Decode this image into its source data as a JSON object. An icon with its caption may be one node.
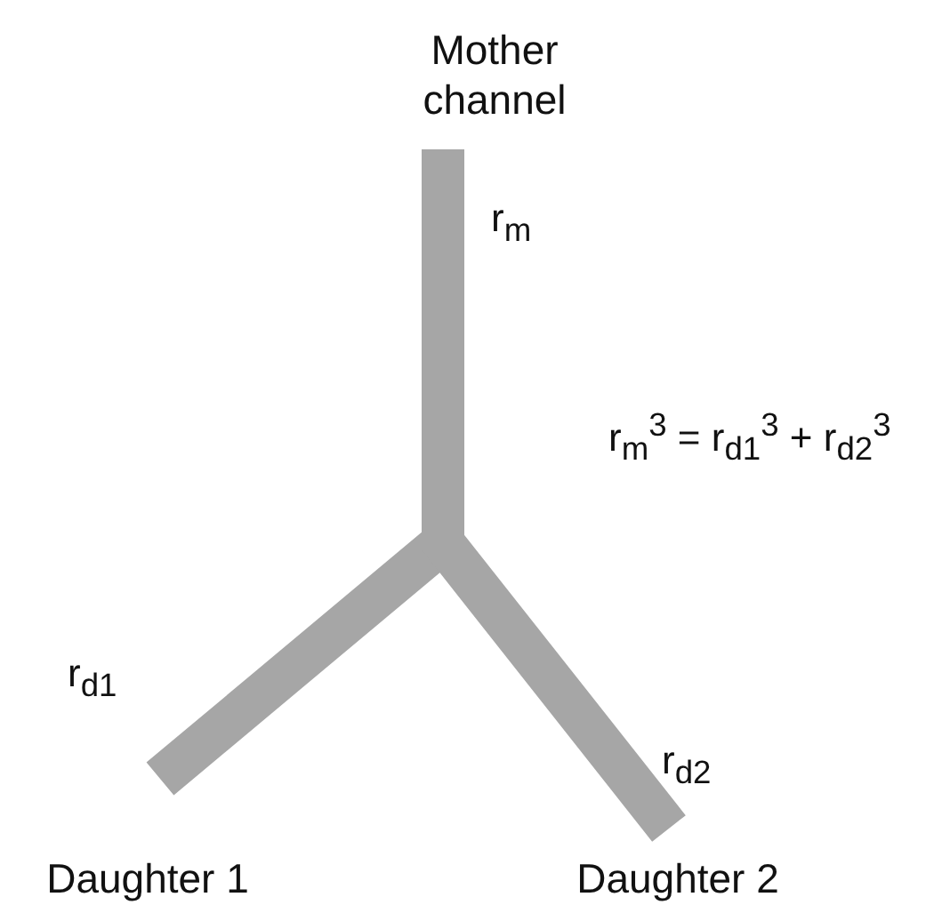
{
  "diagram": {
    "nodes": [
      {
        "text": [
          "Mother channel"
        ]
      },
      {
        "text": [
          "Daughter 1"
        ]
      },
      {
        "text": [
          "Daughter 2"
        ]
      }
    ],
    "edges": [
      {
        "from": 0,
        "to": 1,
        "arrow": "none",
        "label": "r$_{d1}$"
      },
      {
        "from": 0,
        "to": 2,
        "arrow": "none",
        "label": "r$_{d2}$"
      }
    ],
    "labels": [
      "r$_{m}$",
      "r$_{m}$$^{3}$ = r$_{d1}$$^{3}$ + r$_{d2}$$^{3}$"
    ]
  }
}
